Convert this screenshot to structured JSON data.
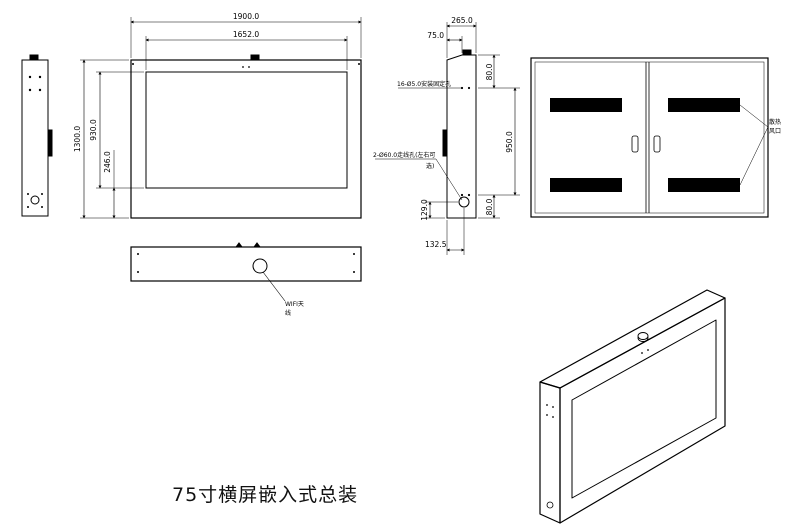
{
  "title": "75寸横屏嵌入式总装",
  "front_view": {
    "width_overall": "1900.0",
    "width_screen": "1652.0",
    "height_overall": "1300.0",
    "height_screen": "930.0",
    "bottom_offset": "246.0"
  },
  "side_view": {
    "depth_overall": "265.0",
    "depth_front": "75.0",
    "top_offset": "80.0",
    "vertical_span": "950.0",
    "bottom_offset": "80.0",
    "hole_height": "129.0",
    "bottom_width": "132.5",
    "note_holes_top": "16-Ø5.0安装固定孔",
    "note_holes_side": "2-Ø60.0走线孔(左右可",
    "note_holes_side_2": "选)"
  },
  "bottom_view": {
    "label_line1": "WIFI天",
    "label_line2": "线"
  },
  "back_view": {
    "label_line1": "散热",
    "label_line2": "风口"
  }
}
